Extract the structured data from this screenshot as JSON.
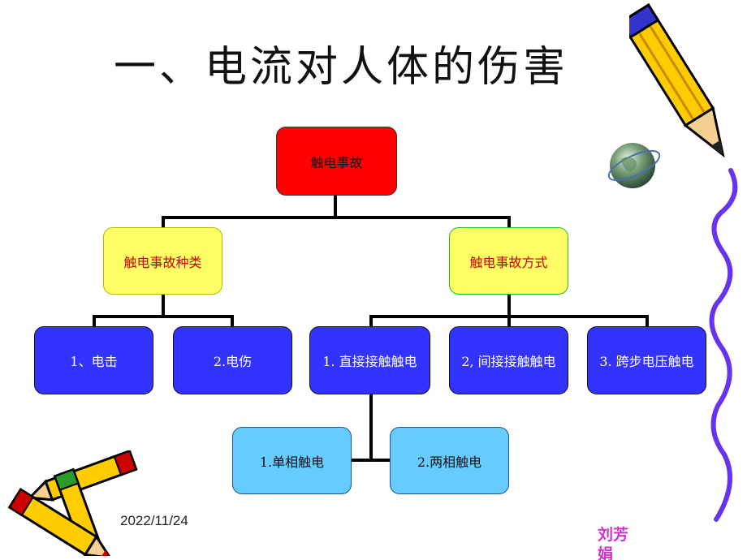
{
  "title": "一、电流对人体的伤害",
  "chart": {
    "root": "触电事故",
    "branches": [
      {
        "label": "触电事故种类",
        "children": [
          "1、电击",
          "2.电伤"
        ]
      },
      {
        "label": "触电事故方式",
        "children": [
          "1. 直接接触触电",
          "2, 间接接触触电",
          "3. 跨步电压触电"
        ],
        "sub_children": [
          "1.单相触电",
          "2.两相触电"
        ]
      }
    ]
  },
  "footer": {
    "date": "2022/11/24",
    "author": "刘芳娟"
  },
  "colors": {
    "root": "#ff0000",
    "branch": "#ffff66",
    "leaf": "#3333ff",
    "sub_leaf": "#66ccff"
  },
  "decorations": [
    "pencil-icon",
    "globe-icon",
    "crayons-icon",
    "squiggle-line-icon"
  ]
}
